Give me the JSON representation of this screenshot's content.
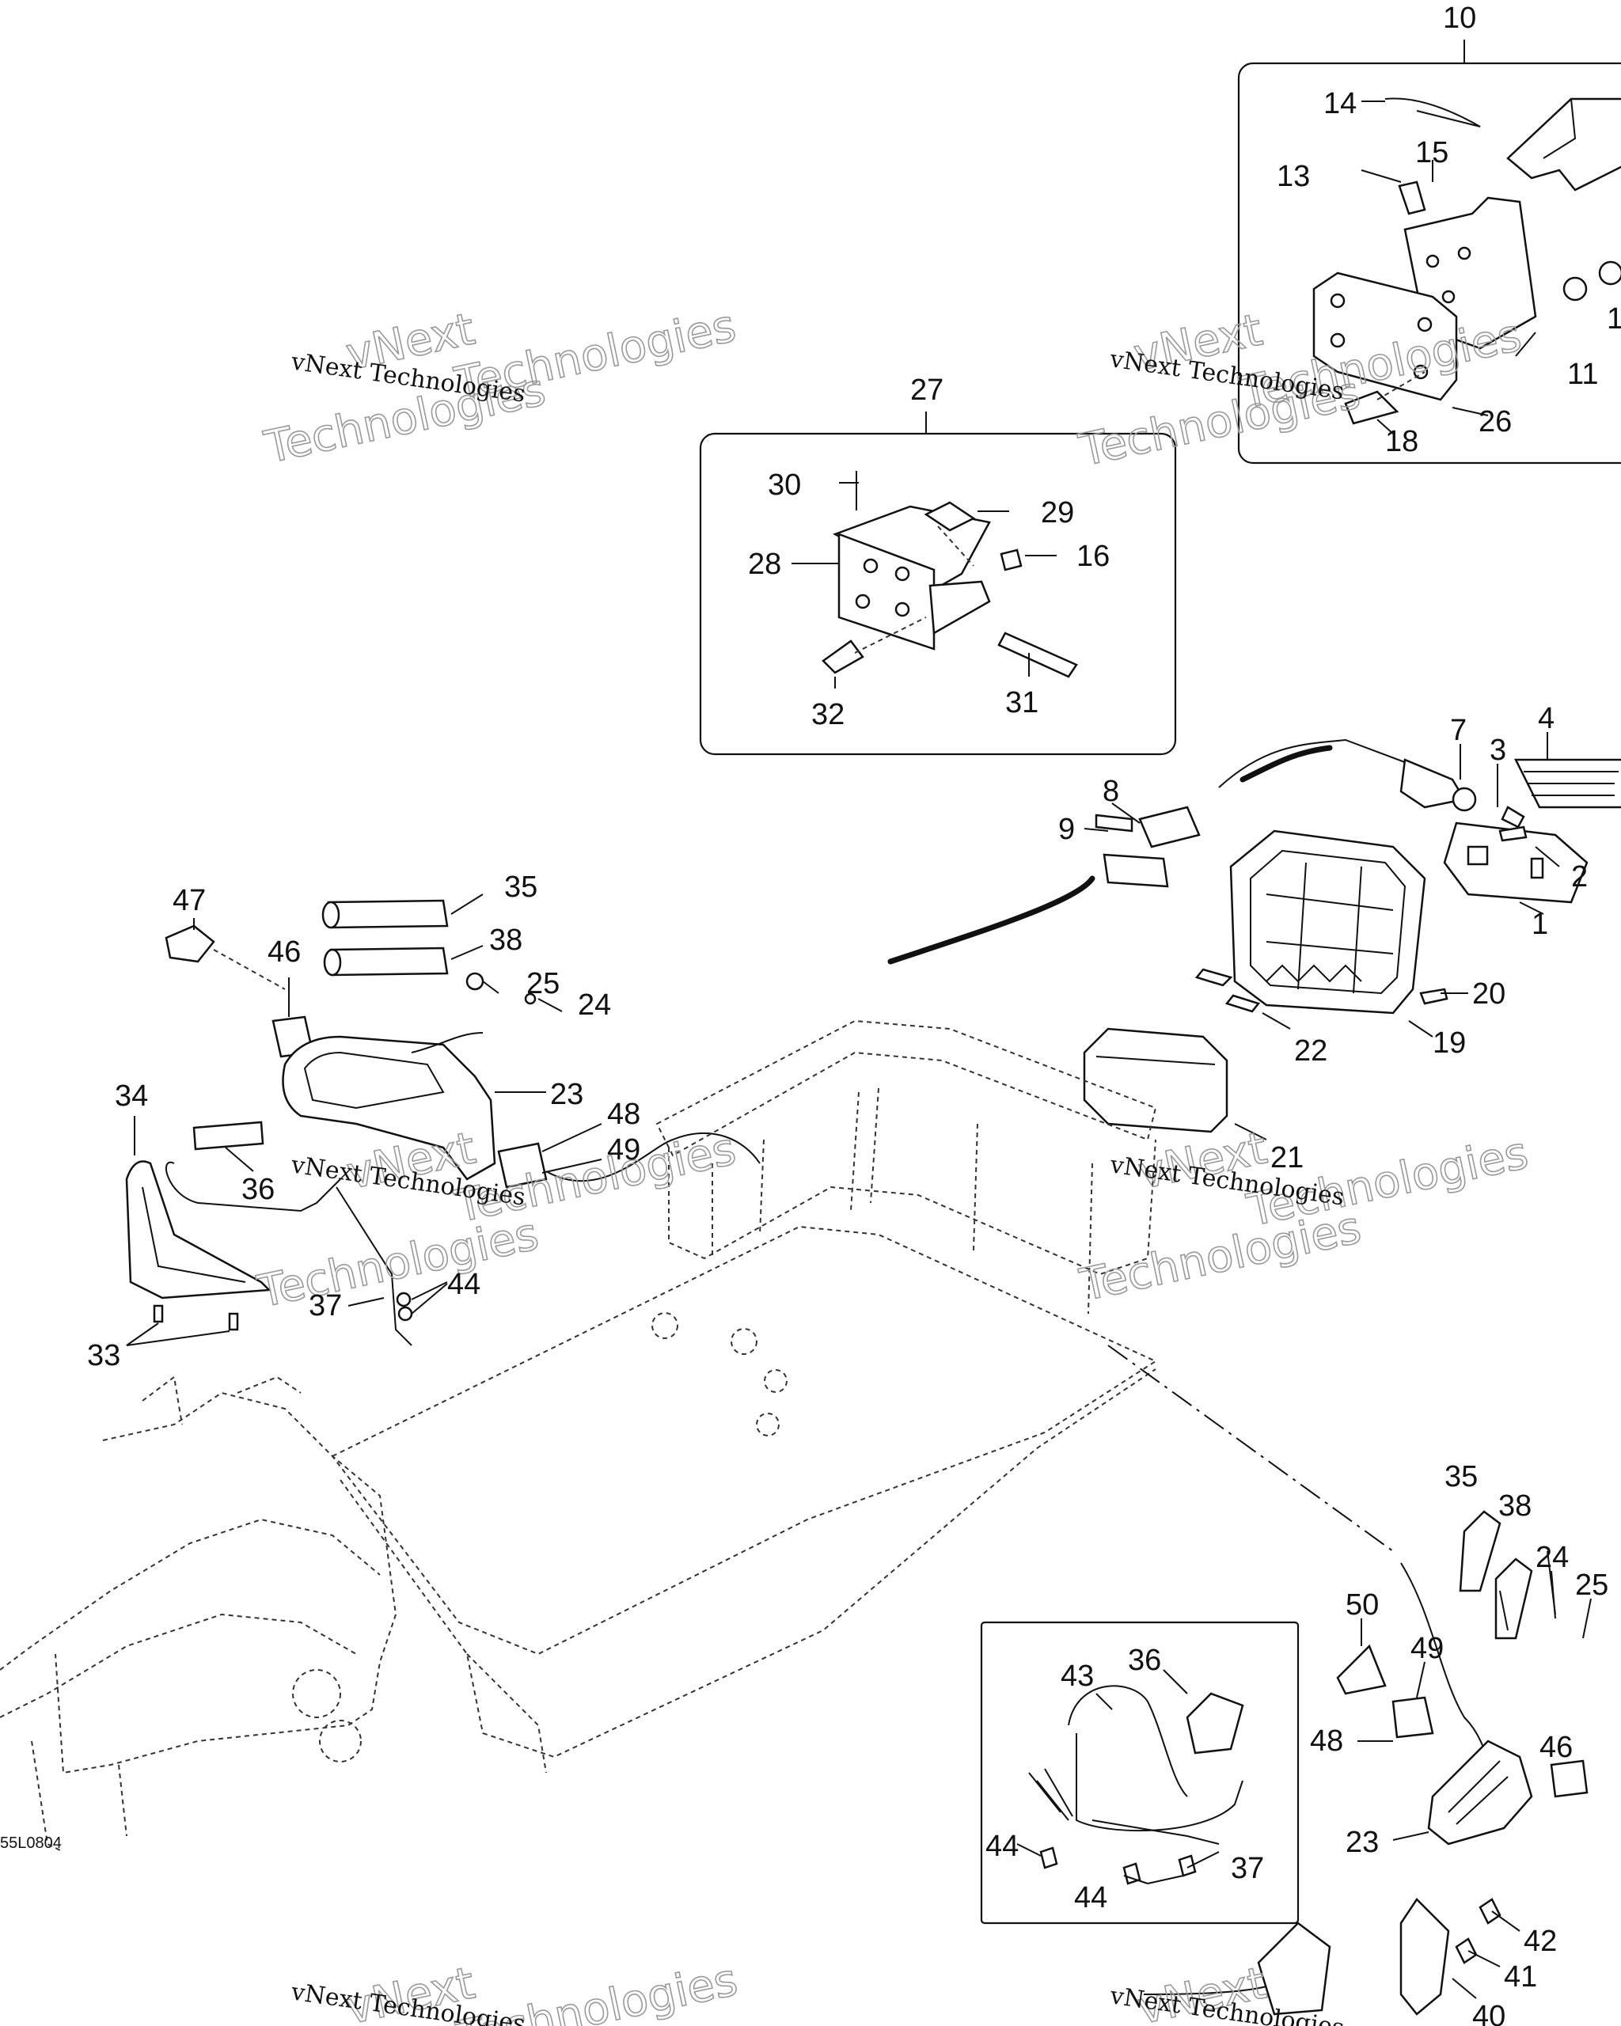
{
  "watermark_lines": [
    "vNext Technologies",
    "vNext",
    "Technologies"
  ],
  "drawing_code": "55L0804",
  "callouts": [
    {
      "id": "c10",
      "label": "10"
    },
    {
      "id": "c14",
      "label": "14"
    },
    {
      "id": "c13",
      "label": "13"
    },
    {
      "id": "c15",
      "label": "15"
    },
    {
      "id": "c11",
      "label": "11"
    },
    {
      "id": "c26",
      "label": "26"
    },
    {
      "id": "c18",
      "label": "18"
    },
    {
      "id": "c1b",
      "label": "1"
    },
    {
      "id": "c27",
      "label": "27"
    },
    {
      "id": "c30",
      "label": "30"
    },
    {
      "id": "c29",
      "label": "29"
    },
    {
      "id": "c28",
      "label": "28"
    },
    {
      "id": "c16",
      "label": "16"
    },
    {
      "id": "c32",
      "label": "32"
    },
    {
      "id": "c31",
      "label": "31"
    },
    {
      "id": "c7",
      "label": "7"
    },
    {
      "id": "c4",
      "label": "4"
    },
    {
      "id": "c3",
      "label": "3"
    },
    {
      "id": "c8",
      "label": "8"
    },
    {
      "id": "c9",
      "label": "9"
    },
    {
      "id": "c2",
      "label": "2"
    },
    {
      "id": "c1",
      "label": "1"
    },
    {
      "id": "c20",
      "label": "20"
    },
    {
      "id": "c19",
      "label": "19"
    },
    {
      "id": "c22",
      "label": "22"
    },
    {
      "id": "c21",
      "label": "21"
    },
    {
      "id": "c35a",
      "label": "35"
    },
    {
      "id": "c47",
      "label": "47"
    },
    {
      "id": "c38a",
      "label": "38"
    },
    {
      "id": "c46a",
      "label": "46"
    },
    {
      "id": "c25a",
      "label": "25"
    },
    {
      "id": "c24a",
      "label": "24"
    },
    {
      "id": "c23a",
      "label": "23"
    },
    {
      "id": "c34",
      "label": "34"
    },
    {
      "id": "c48a",
      "label": "48"
    },
    {
      "id": "c49a",
      "label": "49"
    },
    {
      "id": "c36a",
      "label": "36"
    },
    {
      "id": "c44a",
      "label": "44"
    },
    {
      "id": "c37a",
      "label": "37"
    },
    {
      "id": "c33",
      "label": "33"
    },
    {
      "id": "c35b",
      "label": "35"
    },
    {
      "id": "c38b",
      "label": "38"
    },
    {
      "id": "c24b",
      "label": "24"
    },
    {
      "id": "c25b",
      "label": "25"
    },
    {
      "id": "c50",
      "label": "50"
    },
    {
      "id": "c49b",
      "label": "49"
    },
    {
      "id": "c43",
      "label": "43"
    },
    {
      "id": "c36b",
      "label": "36"
    },
    {
      "id": "c48b",
      "label": "48"
    },
    {
      "id": "c46b",
      "label": "46"
    },
    {
      "id": "c44b",
      "label": "44"
    },
    {
      "id": "c37b",
      "label": "37"
    },
    {
      "id": "c23b",
      "label": "23"
    },
    {
      "id": "c44c",
      "label": "44"
    },
    {
      "id": "c42",
      "label": "42"
    },
    {
      "id": "c41",
      "label": "41"
    },
    {
      "id": "c40",
      "label": "40"
    }
  ]
}
